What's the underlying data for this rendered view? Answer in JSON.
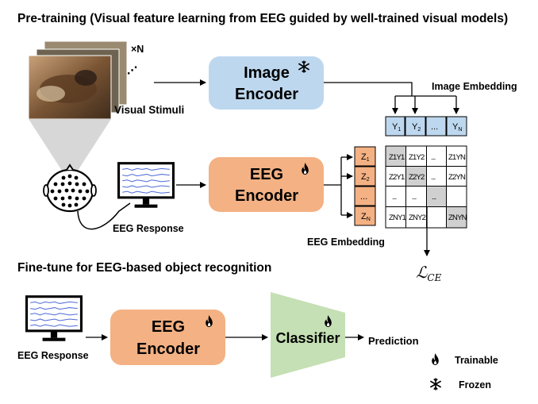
{
  "pretraining": {
    "title": "Pre-training (Visual feature learning from EEG guided by well-trained visual models)",
    "xn": "×N",
    "visual_stimuli": "Visual Stimuli",
    "image_encoder": [
      "Image",
      "Encoder"
    ],
    "image_embedding": "Image Embedding",
    "eeg_encoder": [
      "EEG",
      "Encoder"
    ],
    "eeg_response": "EEG Response",
    "eeg_embedding": "EEG Embedding",
    "y_tokens": [
      {
        "base": "Y",
        "sub": "1"
      },
      {
        "base": "Y",
        "sub": "2"
      },
      {
        "base": "...",
        "sub": ""
      },
      {
        "base": "Y",
        "sub": "N"
      }
    ],
    "z_tokens": [
      {
        "base": "Z",
        "sub": "1"
      },
      {
        "base": "Z",
        "sub": "2"
      },
      {
        "base": "...",
        "sub": ""
      },
      {
        "base": "Z",
        "sub": "N"
      }
    ],
    "matrix": [
      [
        "Z1Y1",
        "Z1Y2",
        "...",
        "Z1YN"
      ],
      [
        "Z2Y1",
        "Z2Y2",
        "...",
        "Z2YN"
      ],
      [
        "...",
        "...",
        "...",
        ""
      ],
      [
        "ZNY1",
        "ZNY2",
        "",
        "ZNYN"
      ]
    ],
    "loss": {
      "base": "ℒ",
      "sub": "CE"
    }
  },
  "finetune": {
    "title": "Fine-tune for EEG-based object recognition",
    "eeg_response": "EEG Response",
    "eeg_encoder": [
      "EEG",
      "Encoder"
    ],
    "classifier": "Classifier",
    "prediction": "Prediction"
  },
  "legend": {
    "trainable": "Trainable",
    "frozen": "Frozen"
  },
  "colors": {
    "image_encoder_fill": "#bdd7ee",
    "eeg_encoder_fill": "#f4b183",
    "classifier_fill": "#c5e0b4",
    "y_token_fill": "#bdd7ee",
    "z_token_fill": "#f4b183",
    "diagonal_fill": "#d0d0d0",
    "monitor_trace": "#4f6bd8"
  },
  "icons": {
    "trainable": "flame-icon",
    "frozen": "snowflake-icon"
  }
}
